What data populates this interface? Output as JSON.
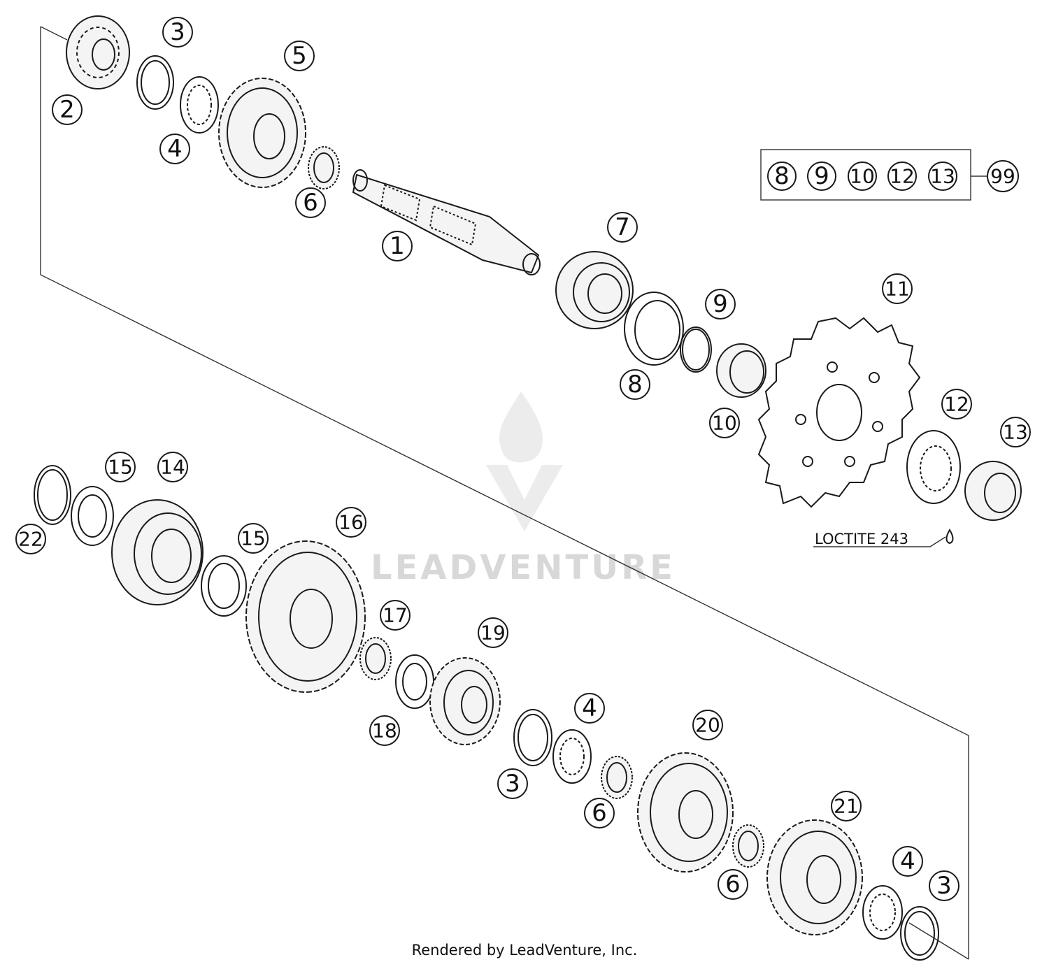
{
  "watermark": {
    "text": "LEADVENTURE"
  },
  "credit": "Rendered by LeadVenture, Inc.",
  "loctite_note": "LOCTITE 243",
  "kit_group": {
    "members": [
      "8",
      "9",
      "10",
      "12",
      "13"
    ],
    "kit_number": "99"
  },
  "callouts": [
    {
      "id": "c1",
      "label": "1"
    },
    {
      "id": "c2",
      "label": "2"
    },
    {
      "id": "c3a",
      "label": "3"
    },
    {
      "id": "c4a",
      "label": "4"
    },
    {
      "id": "c5",
      "label": "5"
    },
    {
      "id": "c6a",
      "label": "6"
    },
    {
      "id": "c7",
      "label": "7"
    },
    {
      "id": "c8",
      "label": "8"
    },
    {
      "id": "c9",
      "label": "9"
    },
    {
      "id": "c10",
      "label": "10"
    },
    {
      "id": "c11",
      "label": "11"
    },
    {
      "id": "c12",
      "label": "12"
    },
    {
      "id": "c13",
      "label": "13"
    },
    {
      "id": "c22",
      "label": "22"
    },
    {
      "id": "c15a",
      "label": "15"
    },
    {
      "id": "c14",
      "label": "14"
    },
    {
      "id": "c15b",
      "label": "15"
    },
    {
      "id": "c16",
      "label": "16"
    },
    {
      "id": "c17",
      "label": "17"
    },
    {
      "id": "c18",
      "label": "18"
    },
    {
      "id": "c19",
      "label": "19"
    },
    {
      "id": "c3b",
      "label": "3"
    },
    {
      "id": "c4b",
      "label": "4"
    },
    {
      "id": "c6b",
      "label": "6"
    },
    {
      "id": "c20",
      "label": "20"
    },
    {
      "id": "c6c",
      "label": "6"
    },
    {
      "id": "c21",
      "label": "21"
    },
    {
      "id": "c4c",
      "label": "4"
    },
    {
      "id": "c3c",
      "label": "3"
    }
  ]
}
